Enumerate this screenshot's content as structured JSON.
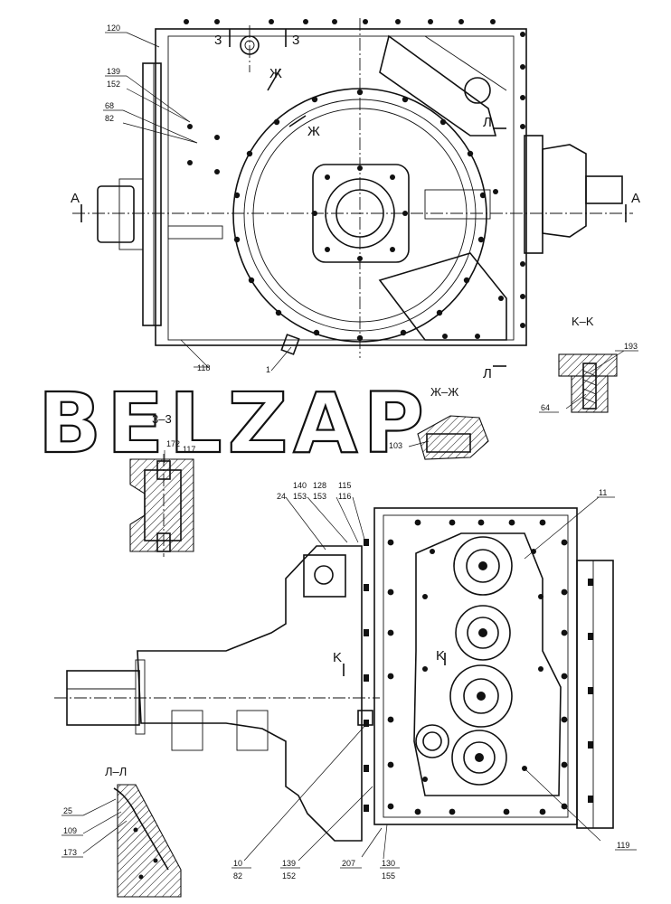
{
  "watermark": "BELZAP",
  "sections": {
    "s33_top_a": "3",
    "s33_top_b": "3",
    "zh_top": "Ж",
    "zh_mid": "Ж",
    "a_left": "A",
    "a_right": "A",
    "l_top": "Л",
    "l_bot": "Л",
    "k_left": "K",
    "k_right": "K",
    "title_kk": "K–K",
    "title_zhzh": "Ж–Ж",
    "title_33": "3–3",
    "title_ll": "Л–Л"
  },
  "callouts": {
    "c120": "120",
    "c139a": "139",
    "c152a": "152",
    "c68": "68",
    "c82a": "82",
    "c118": "118",
    "c1": "1",
    "c193": "193",
    "c64": "64",
    "c103": "103",
    "c172": "172",
    "c117": "117",
    "c140": "140",
    "c128": "128",
    "c115": "115",
    "c24": "24",
    "c153a": "153",
    "c153b": "153",
    "c116": "116",
    "c11": "11",
    "c25": "25",
    "c109": "109",
    "c173": "173",
    "c10": "10",
    "c82b": "82",
    "c139b": "139",
    "c152b": "152",
    "c207": "207",
    "c130": "130",
    "c155": "155",
    "c119": "119"
  }
}
